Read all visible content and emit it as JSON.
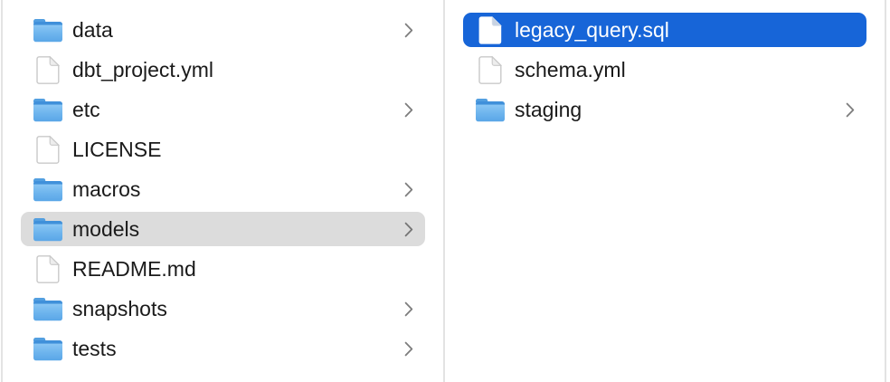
{
  "view": "finder-column-browser",
  "columns": [
    {
      "name": "parent-directory",
      "items": [
        {
          "label": "data",
          "type": "folder",
          "chevron": true,
          "selected": false
        },
        {
          "label": "dbt_project.yml",
          "type": "file",
          "chevron": false,
          "selected": false
        },
        {
          "label": "etc",
          "type": "folder",
          "chevron": true,
          "selected": false
        },
        {
          "label": "LICENSE",
          "type": "file",
          "chevron": false,
          "selected": false
        },
        {
          "label": "macros",
          "type": "folder",
          "chevron": true,
          "selected": false
        },
        {
          "label": "models",
          "type": "folder",
          "chevron": true,
          "selected": true,
          "selection_style": "inactive"
        },
        {
          "label": "README.md",
          "type": "file",
          "chevron": false,
          "selected": false
        },
        {
          "label": "snapshots",
          "type": "folder",
          "chevron": true,
          "selected": false
        },
        {
          "label": "tests",
          "type": "folder",
          "chevron": true,
          "selected": false
        }
      ]
    },
    {
      "name": "models-contents",
      "items": [
        {
          "label": "legacy_query.sql",
          "type": "file",
          "chevron": false,
          "selected": true,
          "selection_style": "active"
        },
        {
          "label": "schema.yml",
          "type": "file",
          "chevron": false,
          "selected": false
        },
        {
          "label": "staging",
          "type": "folder",
          "chevron": true,
          "selected": false
        }
      ]
    }
  ],
  "colors": {
    "background": "#ffffff",
    "selection_active": "#1765d8",
    "selection_inactive": "#dcdcdc",
    "text": "#1a1a1a",
    "text_selected": "#ffffff",
    "divider": "#e3e3e3",
    "chevron": "#7d7d7d",
    "folder_blue_body": "#70b6ee",
    "folder_blue_band": "#4090da"
  },
  "icons": {
    "folder": "folder-icon",
    "file": "document-icon",
    "chevron": "chevron-right-icon"
  }
}
